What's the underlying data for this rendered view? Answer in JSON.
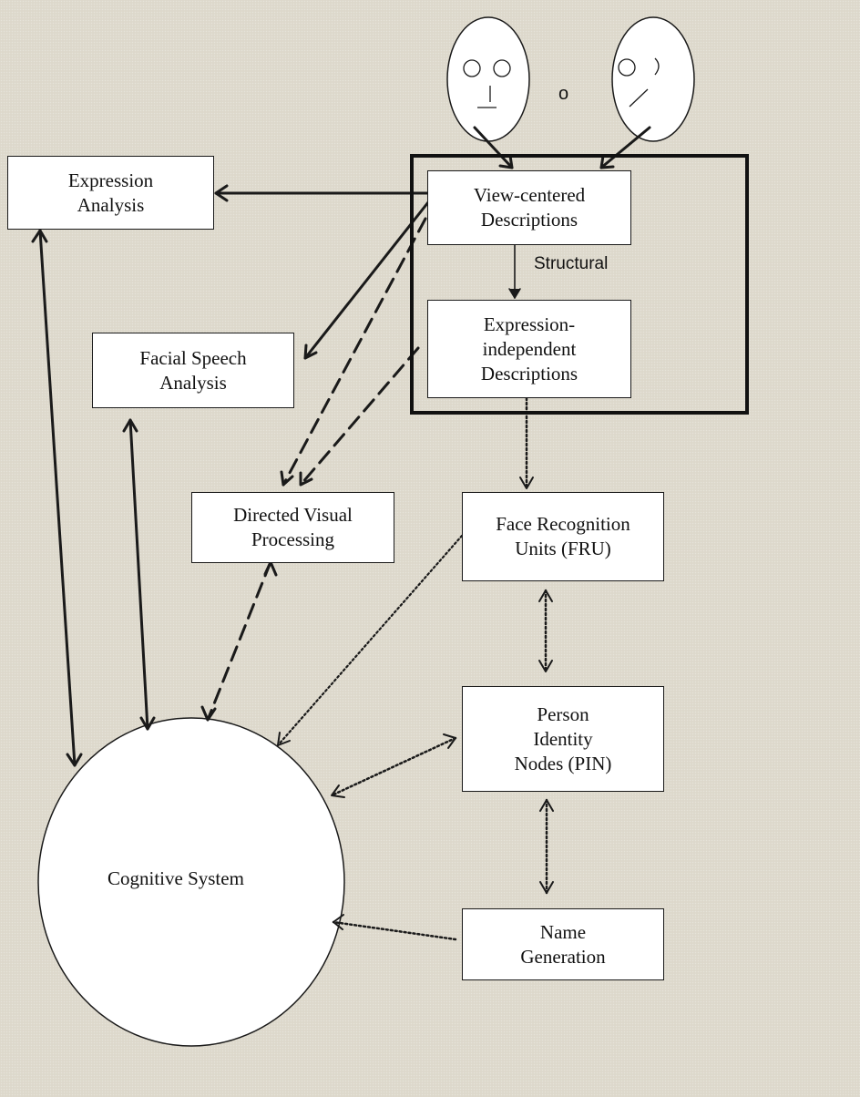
{
  "faces": {
    "separator": "o"
  },
  "structural_label": "Structural",
  "boxes": {
    "expression_analysis": {
      "line1": "Expression",
      "line2": "Analysis"
    },
    "view_centered": {
      "line1": "View-centered",
      "line2": "Descriptions"
    },
    "expression_independent": {
      "line1": "Expression-",
      "line2": "independent",
      "line3": "Descriptions"
    },
    "facial_speech": {
      "line1": "Facial Speech",
      "line2": "Analysis"
    },
    "directed_visual": {
      "line1": "Directed Visual",
      "line2": "Processing"
    },
    "fru": {
      "line1": "Face Recognition",
      "line2": "Units (FRU)"
    },
    "pin": {
      "line1": "Person",
      "line2": "Identity",
      "line3": "Nodes (PIN)"
    },
    "name_generation": {
      "line1": "Name",
      "line2": "Generation"
    }
  },
  "cognitive_system": "Cognitive System"
}
